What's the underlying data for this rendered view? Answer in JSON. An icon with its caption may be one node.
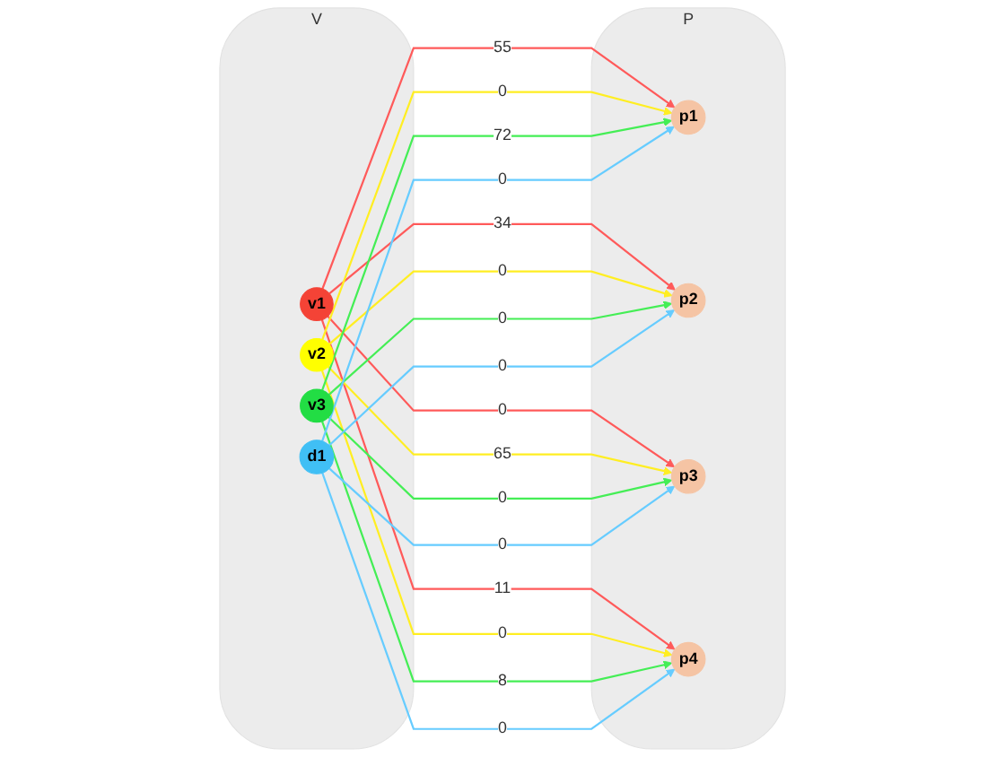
{
  "diagram": {
    "nodes": [
      {
        "text": [
          "V"
        ]
      },
      {
        "text": [
          "v1"
        ],
        "in": 0
      },
      {
        "text": [
          "v2"
        ],
        "in": 0
      },
      {
        "text": [
          "v3"
        ],
        "in": 0
      },
      {
        "text": [
          "d1"
        ],
        "in": 0
      },
      {
        "text": [
          "P"
        ]
      },
      {
        "text": [
          "p1"
        ],
        "in": 5
      },
      {
        "text": [
          "p2"
        ],
        "in": 5
      },
      {
        "text": [
          "p3"
        ],
        "in": 5
      },
      {
        "text": [
          "p4"
        ],
        "in": 5
      }
    ],
    "edges": [
      {
        "from": 1,
        "to": 6,
        "arrow": "to",
        "label": "55",
        "color": "#ff5a5a"
      },
      {
        "from": 1,
        "to": 7,
        "arrow": "to",
        "label": "34",
        "color": "#ff5a5a"
      },
      {
        "from": 1,
        "to": 8,
        "arrow": "to",
        "label": "0",
        "color": "#ff5a5a"
      },
      {
        "from": 1,
        "to": 9,
        "arrow": "to",
        "label": "11",
        "color": "#ff5a5a"
      },
      {
        "from": 2,
        "to": 6,
        "arrow": "to",
        "label": "0",
        "color": "#ffee22"
      },
      {
        "from": 2,
        "to": 7,
        "arrow": "to",
        "label": "0",
        "color": "#ffee22"
      },
      {
        "from": 2,
        "to": 8,
        "arrow": "to",
        "label": "65",
        "color": "#ffee22"
      },
      {
        "from": 2,
        "to": 9,
        "arrow": "to",
        "label": "0",
        "color": "#ffee22"
      },
      {
        "from": 3,
        "to": 6,
        "arrow": "to",
        "label": "72",
        "color": "#44ee55"
      },
      {
        "from": 3,
        "to": 7,
        "arrow": "to",
        "label": "0",
        "color": "#44ee55"
      },
      {
        "from": 3,
        "to": 8,
        "arrow": "to",
        "label": "0",
        "color": "#44ee55"
      },
      {
        "from": 3,
        "to": 9,
        "arrow": "to",
        "label": "8",
        "color": "#44ee55"
      },
      {
        "from": 4,
        "to": 6,
        "arrow": "to",
        "label": "0",
        "color": "#66ccff"
      },
      {
        "from": 4,
        "to": 7,
        "arrow": "to",
        "label": "0",
        "color": "#66ccff"
      },
      {
        "from": 4,
        "to": 8,
        "arrow": "to",
        "label": "0",
        "color": "#66ccff"
      },
      {
        "from": 4,
        "to": 9,
        "arrow": "to",
        "label": "0",
        "color": "#66ccff"
      }
    ]
  }
}
